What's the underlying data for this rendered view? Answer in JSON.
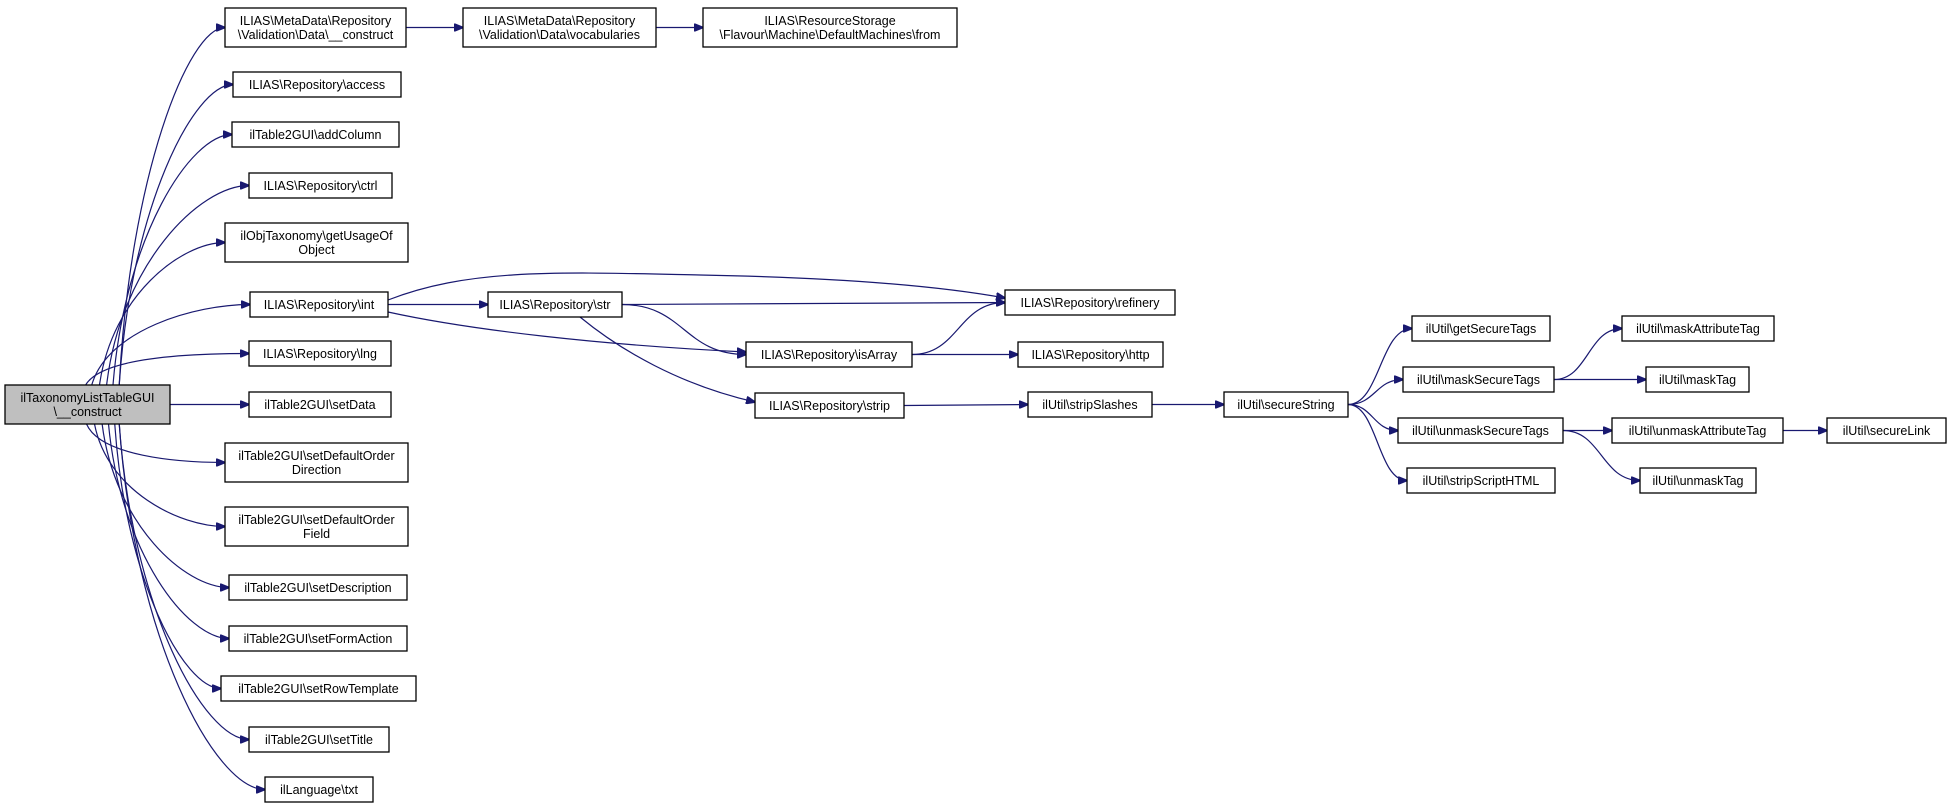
{
  "colors": {
    "edge": "#191970",
    "node_fill": "#ffffff",
    "root_fill": "#bfbfbf",
    "border": "#000000"
  },
  "nodes": {
    "root": [
      "ilTaxonomyListTableGUI",
      "\\__construct"
    ],
    "md_construct": [
      "ILIAS\\MetaData\\Repository",
      "\\Validation\\Data\\__construct"
    ],
    "md_vocab": [
      "ILIAS\\MetaData\\Repository",
      "\\Validation\\Data\\vocabularies"
    ],
    "rs_from": [
      "ILIAS\\ResourceStorage",
      "\\Flavour\\Machine\\DefaultMachines\\from"
    ],
    "access": [
      "ILIAS\\Repository\\access"
    ],
    "addcolumn": [
      "ilTable2GUI\\addColumn"
    ],
    "ctrl": [
      "ILIAS\\Repository\\ctrl"
    ],
    "usage": [
      "ilObjTaxonomy\\getUsageOf",
      "Object"
    ],
    "int": [
      "ILIAS\\Repository\\int"
    ],
    "str": [
      "ILIAS\\Repository\\str"
    ],
    "refinery": [
      "ILIAS\\Repository\\refinery"
    ],
    "lng": [
      "ILIAS\\Repository\\lng"
    ],
    "isarray": [
      "ILIAS\\Repository\\isArray"
    ],
    "http": [
      "ILIAS\\Repository\\http"
    ],
    "setdata": [
      "ilTable2GUI\\setData"
    ],
    "strip": [
      "ILIAS\\Repository\\strip"
    ],
    "stripslashes": [
      "ilUtil\\stripSlashes"
    ],
    "securestring": [
      "ilUtil\\secureString"
    ],
    "getsecuretags": [
      "ilUtil\\getSecureTags"
    ],
    "masksecuretags": [
      "ilUtil\\maskSecureTags"
    ],
    "unmasksecuretags": [
      "ilUtil\\unmaskSecureTags"
    ],
    "stripscripthtml": [
      "ilUtil\\stripScriptHTML"
    ],
    "maskattributetag": [
      "ilUtil\\maskAttributeTag"
    ],
    "masktag": [
      "ilUtil\\maskTag"
    ],
    "unmaskattributetag": [
      "ilUtil\\unmaskAttributeTag"
    ],
    "unmasktag": [
      "ilUtil\\unmaskTag"
    ],
    "securelink": [
      "ilUtil\\secureLink"
    ],
    "setdefaultorderdir": [
      "ilTable2GUI\\setDefaultOrder",
      "Direction"
    ],
    "setdefaultorderfield": [
      "ilTable2GUI\\setDefaultOrder",
      "Field"
    ],
    "setdescription": [
      "ilTable2GUI\\setDescription"
    ],
    "setformaction": [
      "ilTable2GUI\\setFormAction"
    ],
    "setrowtemplate": [
      "ilTable2GUI\\setRowTemplate"
    ],
    "settitle": [
      "ilTable2GUI\\setTitle"
    ],
    "txt": [
      "ilLanguage\\txt"
    ]
  },
  "edges": [
    [
      "root",
      "md_construct"
    ],
    [
      "md_construct",
      "md_vocab"
    ],
    [
      "md_vocab",
      "rs_from"
    ],
    [
      "root",
      "access"
    ],
    [
      "root",
      "addcolumn"
    ],
    [
      "root",
      "ctrl"
    ],
    [
      "root",
      "usage"
    ],
    [
      "root",
      "int"
    ],
    [
      "root",
      "lng"
    ],
    [
      "root",
      "setdata"
    ],
    [
      "root",
      "setdefaultorderdir"
    ],
    [
      "root",
      "setdefaultorderfield"
    ],
    [
      "root",
      "setdescription"
    ],
    [
      "root",
      "setformaction"
    ],
    [
      "root",
      "setrowtemplate"
    ],
    [
      "root",
      "settitle"
    ],
    [
      "root",
      "txt"
    ],
    [
      "int",
      "refinery"
    ],
    [
      "int",
      "str"
    ],
    [
      "int",
      "isarray"
    ],
    [
      "str",
      "refinery"
    ],
    [
      "str",
      "isarray"
    ],
    [
      "str",
      "strip"
    ],
    [
      "isarray",
      "refinery"
    ],
    [
      "isarray",
      "http"
    ],
    [
      "strip",
      "stripslashes"
    ],
    [
      "stripslashes",
      "securestring"
    ],
    [
      "securestring",
      "getsecuretags"
    ],
    [
      "securestring",
      "masksecuretags"
    ],
    [
      "securestring",
      "unmasksecuretags"
    ],
    [
      "securestring",
      "stripscripthtml"
    ],
    [
      "masksecuretags",
      "maskattributetag"
    ],
    [
      "masksecuretags",
      "masktag"
    ],
    [
      "unmasksecuretags",
      "unmaskattributetag"
    ],
    [
      "unmasksecuretags",
      "unmasktag"
    ],
    [
      "unmaskattributetag",
      "securelink"
    ]
  ]
}
